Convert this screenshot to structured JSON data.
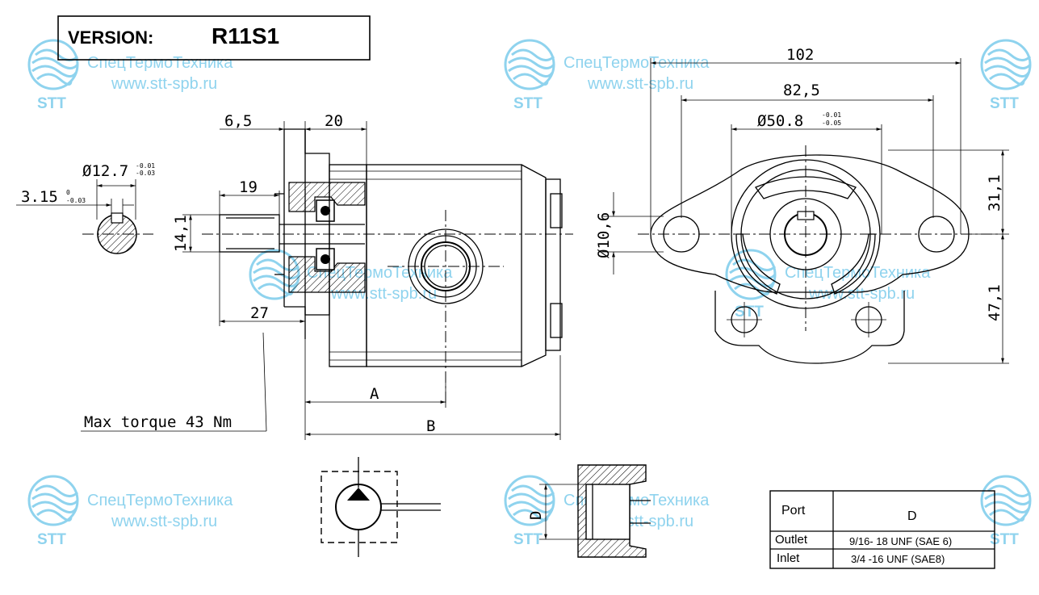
{
  "version": {
    "label": "VERSION:",
    "code": "R11S1"
  },
  "watermark": {
    "company": "СпецТермоТехника",
    "url": "www.stt-spb.ru",
    "logo": "STT",
    "color": "#8fd3ee"
  },
  "dimensions": {
    "d_6_5": "6,5",
    "d_20": "20",
    "d_19": "19",
    "d_14_1": "14,1",
    "d_27": "27",
    "d_A": "A",
    "d_B": "B",
    "shaft_dia": "Ø12.7",
    "shaft_dia_tol_up": "-0.01",
    "shaft_dia_tol_dn": "-0.03",
    "key_width": "3.15",
    "key_tol_up": "0",
    "key_tol_dn": "-0.03",
    "d_102": "102",
    "d_82_5": "82,5",
    "pilot_dia": "Ø50.8",
    "pilot_tol_up": "-0.01",
    "pilot_tol_dn": "-0.05",
    "hole_dia": "Ø10,6",
    "d_31_1": "31,1",
    "d_47_1": "47,1",
    "port_D": "D"
  },
  "torque_note": "Max torque 43 Nm",
  "port_table": {
    "headers": [
      "Port",
      "D"
    ],
    "rows": [
      {
        "port": "Outlet",
        "d": "9/16- 18 UNF (SAE 6)"
      },
      {
        "port": "Inlet",
        "d": "3/4 -16 UNF (SAE8)"
      }
    ]
  }
}
